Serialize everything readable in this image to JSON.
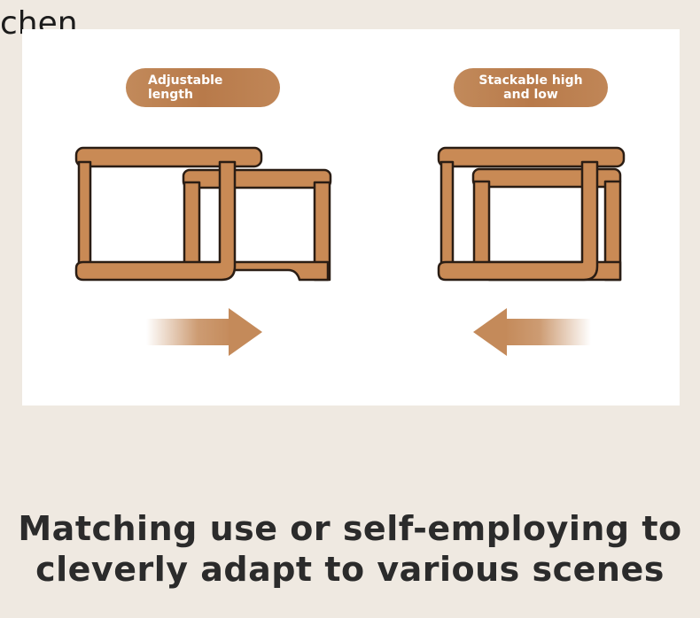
{
  "corner_text": "chen",
  "labels": {
    "left": [
      "Adjustable",
      "length"
    ],
    "right": [
      "Stackable high",
      "and low"
    ]
  },
  "headline": [
    "Matching use or self-employing to",
    "cleverly adapt to various scenes"
  ],
  "colors": {
    "wood": "#c98a55",
    "outline": "#2a1d14",
    "background": "#efe9e1",
    "panel": "#ffffff",
    "arrow": "#c48a5a"
  },
  "icons": {
    "left_arrow": "arrow-right-icon",
    "right_arrow": "arrow-left-icon"
  }
}
